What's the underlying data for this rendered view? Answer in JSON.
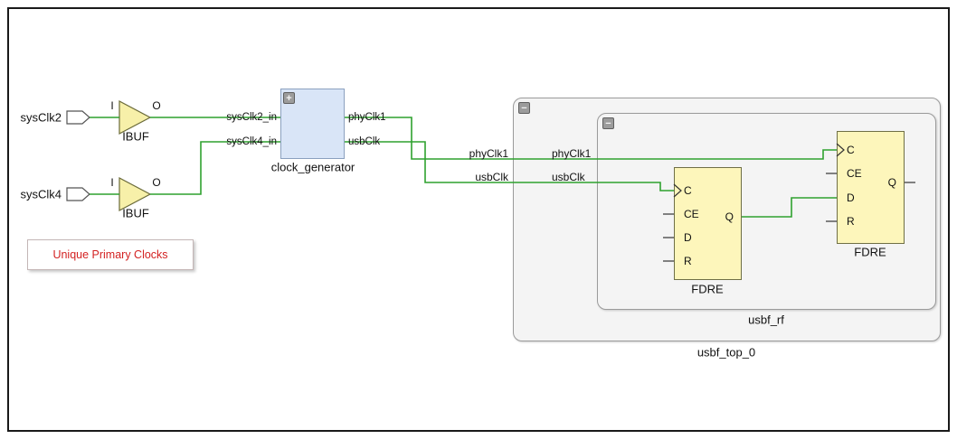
{
  "colors": {
    "wire": "#2fa12f",
    "buffer_fill": "#f7f0a9",
    "block_fill": "#d9e5f7",
    "fdre_fill": "#fdf6bb",
    "hier_fill": "#f4f4f4",
    "note_text": "#d32222"
  },
  "ports": [
    {
      "label": "sysClk2"
    },
    {
      "label": "sysClk4"
    }
  ],
  "ibuf": {
    "label": "IBUF",
    "input_pin": "I",
    "output_pin": "O"
  },
  "clock_generator": {
    "label": "clock_generator",
    "expand_glyph": "+",
    "input_pins": [
      "sysClk2_in",
      "sysClk4_in"
    ],
    "output_pins": [
      "phyClk1",
      "usbClk"
    ]
  },
  "nets": {
    "phyClk1": "phyClk1",
    "usbClk": "usbClk"
  },
  "usbf_top": {
    "label": "usbf_top_0",
    "collapse_glyph": "−"
  },
  "usbf_rf": {
    "label": "usbf_rf",
    "collapse_glyph": "−"
  },
  "fdre": {
    "label": "FDRE",
    "pins": {
      "c": "C",
      "ce": "CE",
      "d": "D",
      "r": "R",
      "q": "Q"
    }
  },
  "note": {
    "text": "Unique Primary Clocks"
  }
}
